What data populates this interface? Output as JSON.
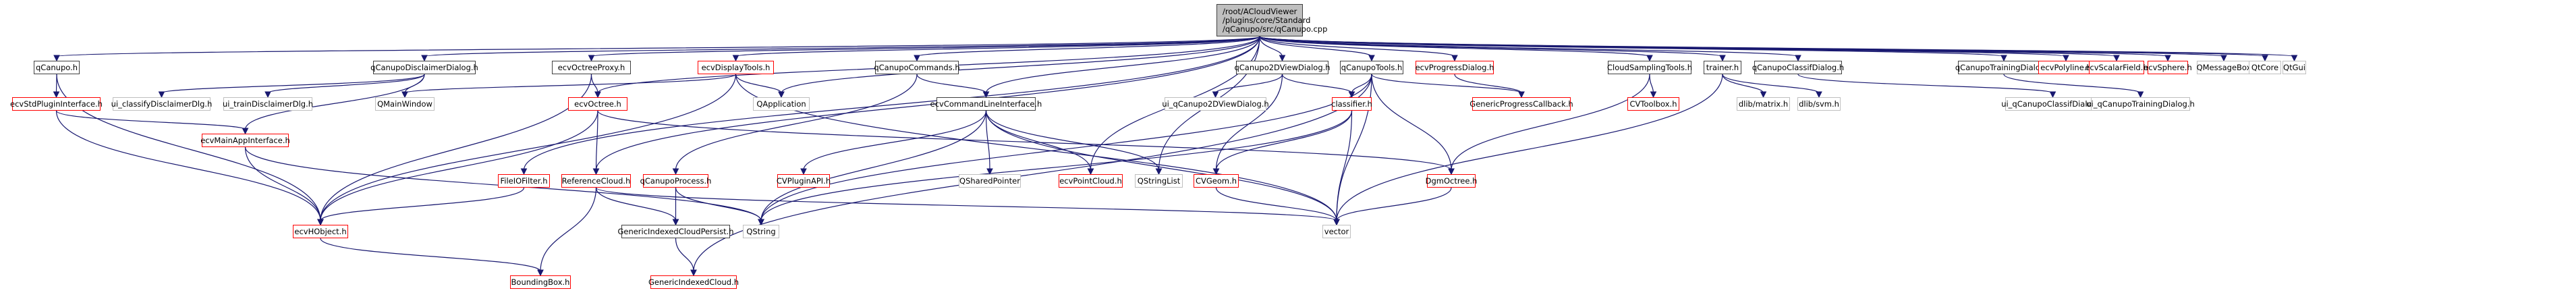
{
  "title": "Include dependency graph",
  "root": {
    "id": "root",
    "lines": [
      "/root/ACloudViewer",
      "/plugins/core/Standard",
      "/qCanupo/src/qCanupo.cpp"
    ]
  },
  "legend": {
    "root_fill": "#bfbfbf",
    "documented_border": "#404040",
    "undocumented_border": "#ff0000",
    "external_border": "#bfbfbf",
    "edge_color": "#191970"
  },
  "nodes": [
    {
      "id": "qCanupo_h",
      "label": "qCanupo.h",
      "kind": "doc"
    },
    {
      "id": "qCanupoDisclaimerDialog_h",
      "label": "qCanupoDisclaimerDialog.h",
      "kind": "doc"
    },
    {
      "id": "ecvOctreeProxy_h",
      "label": "ecvOctreeProxy.h",
      "kind": "doc"
    },
    {
      "id": "ecvDisplayTools_h",
      "label": "ecvDisplayTools.h",
      "kind": "red"
    },
    {
      "id": "qCanupoCommands_h",
      "label": "qCanupoCommands.h",
      "kind": "doc"
    },
    {
      "id": "qCanupo2DViewDialog_h",
      "label": "qCanupo2DViewDialog.h",
      "kind": "doc"
    },
    {
      "id": "qCanupoTools_h",
      "label": "qCanupoTools.h",
      "kind": "doc"
    },
    {
      "id": "ecvProgressDialog_h",
      "label": "ecvProgressDialog.h",
      "kind": "red"
    },
    {
      "id": "CloudSamplingTools_h",
      "label": "CloudSamplingTools.h",
      "kind": "doc"
    },
    {
      "id": "trainer_h",
      "label": "trainer.h",
      "kind": "doc"
    },
    {
      "id": "qCanupoClassifDialog_h",
      "label": "qCanupoClassifDialog.h",
      "kind": "doc"
    },
    {
      "id": "qCanupoTrainingDialog_h",
      "label": "qCanupoTrainingDialog.h",
      "kind": "doc"
    },
    {
      "id": "ecvPolyline_h",
      "label": "ecvPolyline.h",
      "kind": "red"
    },
    {
      "id": "ecvScalarField_h",
      "label": "ecvScalarField.h",
      "kind": "red"
    },
    {
      "id": "ecvSphere_h",
      "label": "ecvSphere.h",
      "kind": "red"
    },
    {
      "id": "QMessageBox",
      "label": "QMessageBox",
      "kind": "ext"
    },
    {
      "id": "QtCore",
      "label": "QtCore",
      "kind": "ext"
    },
    {
      "id": "QtGui",
      "label": "QtGui",
      "kind": "ext"
    },
    {
      "id": "ecvStdPluginInterface_h",
      "label": "ecvStdPluginInterface.h",
      "kind": "red"
    },
    {
      "id": "ui_classifyDisclaimerDlg_h",
      "label": "ui_classifyDisclaimerDlg.h",
      "kind": "ext"
    },
    {
      "id": "ui_trainDisclaimerDlg_h",
      "label": "ui_trainDisclaimerDlg.h",
      "kind": "ext"
    },
    {
      "id": "QMainWindow",
      "label": "QMainWindow",
      "kind": "ext"
    },
    {
      "id": "ecvOctree_h",
      "label": "ecvOctree.h",
      "kind": "red"
    },
    {
      "id": "QApplication",
      "label": "QApplication",
      "kind": "ext"
    },
    {
      "id": "ecvCommandLineInterface_h",
      "label": "ecvCommandLineInterface.h",
      "kind": "doc"
    },
    {
      "id": "ui_qCanupo2DViewDialog_h",
      "label": "ui_qCanupo2DViewDialog.h",
      "kind": "ext"
    },
    {
      "id": "classifier_h",
      "label": "classifier.h",
      "kind": "red"
    },
    {
      "id": "GenericProgressCallback_h",
      "label": "GenericProgressCallback.h",
      "kind": "red"
    },
    {
      "id": "CVToolbox_h",
      "label": "CVToolbox.h",
      "kind": "red"
    },
    {
      "id": "dlib_matrix_h",
      "label": "dlib/matrix.h",
      "kind": "ext"
    },
    {
      "id": "dlib_svm_h",
      "label": "dlib/svm.h",
      "kind": "ext"
    },
    {
      "id": "ui_qCanupoClassifDialog_h",
      "label": "ui_qCanupoClassifDialog.h",
      "kind": "ext"
    },
    {
      "id": "ui_qCanupoTrainingDialog_h",
      "label": "ui_qCanupoTrainingDialog.h",
      "kind": "ext"
    },
    {
      "id": "ecvMainAppInterface_h",
      "label": "ecvMainAppInterface.h",
      "kind": "red"
    },
    {
      "id": "FileIOFilter_h",
      "label": "FileIOFilter.h",
      "kind": "red"
    },
    {
      "id": "ReferenceCloud_h",
      "label": "ReferenceCloud.h",
      "kind": "red"
    },
    {
      "id": "qCanupoProcess_h",
      "label": "qCanupoProcess.h",
      "kind": "red"
    },
    {
      "id": "CVPluginAPI_h",
      "label": "CVPluginAPI.h",
      "kind": "red"
    },
    {
      "id": "QSharedPointer",
      "label": "QSharedPointer",
      "kind": "ext"
    },
    {
      "id": "ecvPointCloud_h",
      "label": "ecvPointCloud.h",
      "kind": "red"
    },
    {
      "id": "QStringList",
      "label": "QStringList",
      "kind": "ext"
    },
    {
      "id": "CVGeom_h",
      "label": "CVGeom.h",
      "kind": "red"
    },
    {
      "id": "DgmOctree_h",
      "label": "DgmOctree.h",
      "kind": "red"
    },
    {
      "id": "ecvHObject_h",
      "label": "ecvHObject.h",
      "kind": "red"
    },
    {
      "id": "GenericIndexedCloudPersist_h",
      "label": "GenericIndexedCloudPersist.h",
      "kind": "doc"
    },
    {
      "id": "QString",
      "label": "QString",
      "kind": "ext"
    },
    {
      "id": "vector",
      "label": "vector",
      "kind": "ext"
    },
    {
      "id": "BoundingBox_h",
      "label": "BoundingBox.h",
      "kind": "red"
    },
    {
      "id": "GenericIndexedCloud_h",
      "label": "GenericIndexedCloud.h",
      "kind": "red"
    }
  ],
  "edges": [
    [
      "root",
      "qCanupo_h"
    ],
    [
      "root",
      "qCanupoDisclaimerDialog_h"
    ],
    [
      "root",
      "ecvOctreeProxy_h"
    ],
    [
      "root",
      "ecvDisplayTools_h"
    ],
    [
      "root",
      "qCanupoCommands_h"
    ],
    [
      "root",
      "qCanupo2DViewDialog_h"
    ],
    [
      "root",
      "qCanupoTools_h"
    ],
    [
      "root",
      "ecvProgressDialog_h"
    ],
    [
      "root",
      "CloudSamplingTools_h"
    ],
    [
      "root",
      "trainer_h"
    ],
    [
      "root",
      "qCanupoClassifDialog_h"
    ],
    [
      "root",
      "qCanupoTrainingDialog_h"
    ],
    [
      "root",
      "ecvPolyline_h"
    ],
    [
      "root",
      "ecvScalarField_h"
    ],
    [
      "root",
      "ecvSphere_h"
    ],
    [
      "root",
      "QMessageBox"
    ],
    [
      "root",
      "QtCore"
    ],
    [
      "root",
      "QtGui"
    ],
    [
      "root",
      "ecvOctree_h"
    ],
    [
      "root",
      "QApplication"
    ],
    [
      "root",
      "ecvCommandLineInterface_h"
    ],
    [
      "root",
      "ecvPointCloud_h"
    ],
    [
      "root",
      "QStringList"
    ],
    [
      "root",
      "FileIOFilter_h"
    ],
    [
      "root",
      "ReferenceCloud_h"
    ],
    [
      "qCanupo_h",
      "ecvStdPluginInterface_h"
    ],
    [
      "qCanupo_h",
      "ecvHObject_h"
    ],
    [
      "ecvStdPluginInterface_h",
      "ecvMainAppInterface_h"
    ],
    [
      "ecvStdPluginInterface_h",
      "ecvHObject_h"
    ],
    [
      "qCanupoDisclaimerDialog_h",
      "ui_classifyDisclaimerDlg_h"
    ],
    [
      "qCanupoDisclaimerDialog_h",
      "ui_trainDisclaimerDlg_h"
    ],
    [
      "qCanupoDisclaimerDialog_h",
      "QMainWindow"
    ],
    [
      "qCanupoDisclaimerDialog_h",
      "ecvMainAppInterface_h"
    ],
    [
      "ecvMainAppInterface_h",
      "ecvHObject_h"
    ],
    [
      "ecvMainAppInterface_h",
      "QString"
    ],
    [
      "ecvOctreeProxy_h",
      "ecvOctree_h"
    ],
    [
      "ecvOctreeProxy_h",
      "ecvHObject_h"
    ],
    [
      "ecvDisplayTools_h",
      "QMainWindow"
    ],
    [
      "ecvDisplayTools_h",
      "QApplication"
    ],
    [
      "ecvDisplayTools_h",
      "ecvHObject_h"
    ],
    [
      "ecvDisplayTools_h",
      "vector"
    ],
    [
      "ecvOctree_h",
      "ReferenceCloud_h"
    ],
    [
      "ecvOctree_h",
      "DgmOctree_h"
    ],
    [
      "ecvOctree_h",
      "ecvHObject_h"
    ],
    [
      "FileIOFilter_h",
      "ecvHObject_h"
    ],
    [
      "ReferenceCloud_h",
      "GenericIndexedCloudPersist_h"
    ],
    [
      "ReferenceCloud_h",
      "BoundingBox_h"
    ],
    [
      "ReferenceCloud_h",
      "vector"
    ],
    [
      "ecvHObject_h",
      "BoundingBox_h"
    ],
    [
      "qCanupoCommands_h",
      "ecvCommandLineInterface_h"
    ],
    [
      "qCanupoCommands_h",
      "qCanupoProcess_h"
    ],
    [
      "qCanupoProcess_h",
      "GenericIndexedCloudPersist_h"
    ],
    [
      "qCanupoProcess_h",
      "QString"
    ],
    [
      "GenericIndexedCloudPersist_h",
      "GenericIndexedCloud_h"
    ],
    [
      "ecvCommandLineInterface_h",
      "CVPluginAPI_h"
    ],
    [
      "ecvCommandLineInterface_h",
      "QSharedPointer"
    ],
    [
      "ecvCommandLineInterface_h",
      "ecvPointCloud_h"
    ],
    [
      "ecvCommandLineInterface_h",
      "QStringList"
    ],
    [
      "ecvCommandLineInterface_h",
      "vector"
    ],
    [
      "ecvCommandLineInterface_h",
      "QString"
    ],
    [
      "qCanupo2DViewDialog_h",
      "ui_qCanupo2DViewDialog_h"
    ],
    [
      "qCanupo2DViewDialog_h",
      "classifier_h"
    ],
    [
      "qCanupo2DViewDialog_h",
      "CVGeom_h"
    ],
    [
      "qCanupoTools_h",
      "classifier_h"
    ],
    [
      "qCanupoTools_h",
      "GenericProgressCallback_h"
    ],
    [
      "qCanupoTools_h",
      "DgmOctree_h"
    ],
    [
      "qCanupoTools_h",
      "vector"
    ],
    [
      "qCanupoTools_h",
      "QString"
    ],
    [
      "qCanupoTools_h",
      "GenericIndexedCloud_h"
    ],
    [
      "classifier_h",
      "CVGeom_h"
    ],
    [
      "classifier_h",
      "vector"
    ],
    [
      "classifier_h",
      "QString"
    ],
    [
      "CVGeom_h",
      "vector"
    ],
    [
      "DgmOctree_h",
      "vector"
    ],
    [
      "ecvProgressDialog_h",
      "GenericProgressCallback_h"
    ],
    [
      "CloudSamplingTools_h",
      "CVToolbox_h"
    ],
    [
      "CloudSamplingTools_h",
      "DgmOctree_h"
    ],
    [
      "trainer_h",
      "dlib_matrix_h"
    ],
    [
      "trainer_h",
      "dlib_svm_h"
    ],
    [
      "trainer_h",
      "vector"
    ],
    [
      "qCanupoClassifDialog_h",
      "ui_qCanupoClassifDialog_h"
    ],
    [
      "qCanupoTrainingDialog_h",
      "ui_qCanupoTrainingDialog_h"
    ]
  ]
}
